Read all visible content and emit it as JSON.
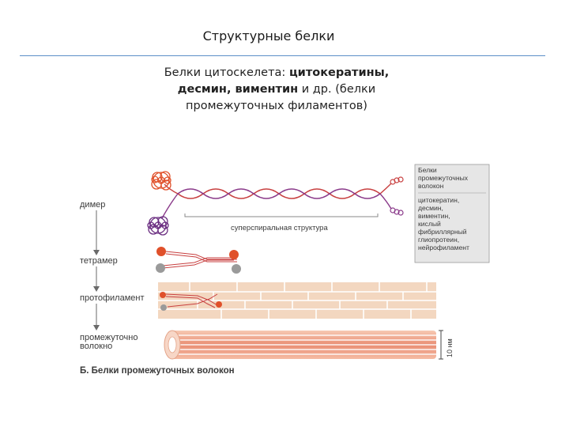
{
  "slide": {
    "title": "Структурные белки",
    "text": {
      "p1": "Белки цитоскелета: ",
      "b1": "цитокератины, десмин, виментин",
      "p2": " и др. (белки промежуточных филаментов)"
    }
  },
  "figure": {
    "stage_labels": [
      "димер",
      "тетрамер",
      "протофиламент",
      "промежуточно",
      "волокно"
    ],
    "supercoil_label": "суперспиральная структура",
    "legend_lines": [
      "Белки",
      "промежуточных",
      "волокон",
      "цитокератин,",
      "десмин,",
      "виментин,",
      "кислый",
      "фибриллярный",
      "глиопротеин,",
      "нейрофиламент"
    ],
    "scale_label": "10 нм",
    "caption": "Б. Белки промежуточных волокон",
    "colors": {
      "rod": "#c84040",
      "head_orange": "#e0502a",
      "head_purple": "#6a2d80",
      "head_gray": "#9a9a9a",
      "fibre_fill": "#f3d7c0",
      "fibre_stripe": "#e4a489"
    }
  }
}
